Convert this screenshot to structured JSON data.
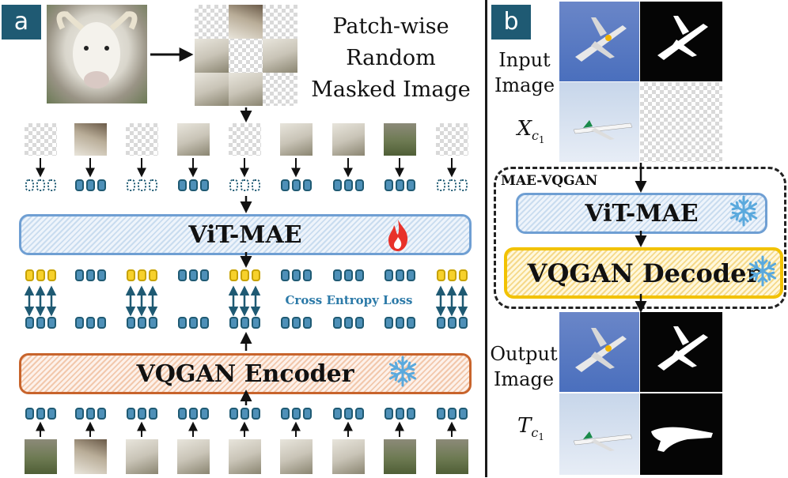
{
  "panel_a": {
    "tag": "a",
    "masked_caption": [
      "Patch-wise",
      "Random",
      "Masked Image"
    ],
    "vit_mae_label": "ViT-MAE",
    "vqgan_encoder_label": "VQGAN Encoder",
    "loss_label": "Cross Entropy Loss",
    "patch_masked": [
      true,
      false,
      true,
      false,
      true,
      false,
      false,
      false,
      true
    ]
  },
  "panel_b": {
    "tag": "b",
    "input_label": [
      "Input",
      "Image"
    ],
    "input_var": "X",
    "input_sub": "c",
    "input_sub2": "1",
    "group_label": "MAE-VQGAN",
    "vit_mae_label": "ViT-MAE",
    "vqgan_decoder_label": "VQGAN Decoder",
    "output_label": [
      "Output",
      "Image"
    ],
    "output_var": "T",
    "output_sub": "c",
    "output_sub2": "1"
  },
  "colors": {
    "accent": "#1f5a73",
    "token_blue": "#4e90b8",
    "token_yellow": "#f7d12b",
    "vit_border": "#6f9fd3",
    "encoder_border": "#c8642c",
    "decoder_border": "#f2c200",
    "flame": "#e8312a",
    "snowflake": "#5aa9dd"
  },
  "icons": [
    "flame-icon",
    "snowflake-icon"
  ]
}
